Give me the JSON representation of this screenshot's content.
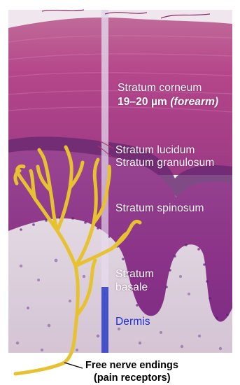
{
  "labels": {
    "corneum": "Stratum corneum",
    "thickness_value": "19–20 µm",
    "thickness_note": "(forearm)",
    "lucidum": "Stratum lucidum",
    "granulosum": "Stratum granulosum",
    "spinosum": "Stratum spinosum",
    "basale_line1": "Stratum",
    "basale_line2": "basale",
    "dermis": "Dermis"
  },
  "caption": {
    "line1": "Free nerve endings",
    "line2": "(pain receptors)"
  },
  "colors": {
    "corneum": "#b04a8a",
    "epidermis": "#8b2f86",
    "dermis_background": "#ddd0dc",
    "nerve": "#e6c230",
    "measure_bar": "#d8c8e6",
    "dermis_bar": "#2b3cc8",
    "label_text": "#ffffff",
    "dermis_text": "#1f2fd6"
  }
}
